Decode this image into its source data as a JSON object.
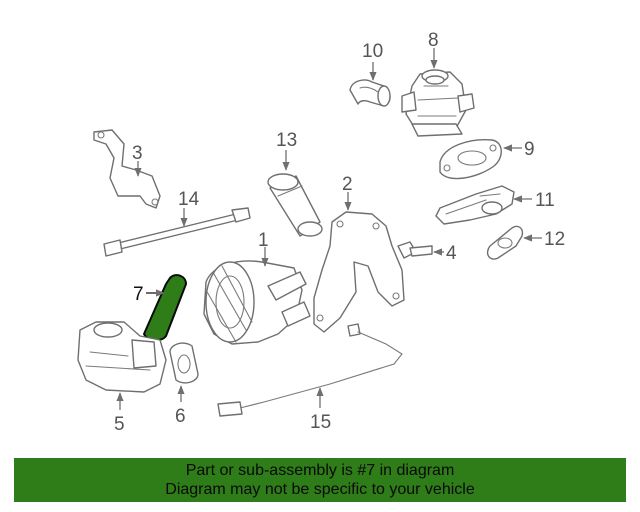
{
  "callouts": {
    "c1": "1",
    "c2": "2",
    "c3": "3",
    "c4": "4",
    "c5": "5",
    "c6": "6",
    "c7": "7",
    "c8": "8",
    "c9": "9",
    "c10": "10",
    "c11": "11",
    "c12": "12",
    "c13": "13",
    "c14": "14",
    "c15": "15"
  },
  "highlight_color": "#2e7d18",
  "banner": {
    "line1": "Part or sub-assembly is #7 in diagram",
    "line2": "Diagram may not be specific to your vehicle"
  }
}
